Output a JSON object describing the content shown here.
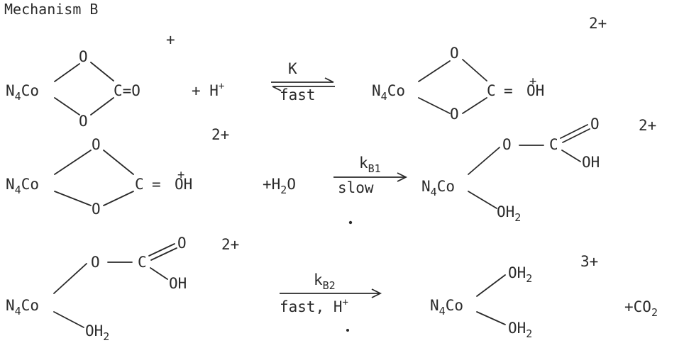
{
  "document": {
    "title": "Mechanism B",
    "reaction1": {
      "reactant": {
        "metal_base": "N",
        "metal_sub": "4",
        "metal_rest": "Co",
        "ring_o_top": "O",
        "ring_o_bottom": "O",
        "carbon": "C=O",
        "charge": "+"
      },
      "reagent": {
        "text": "+ H",
        "charge": "+"
      },
      "arrow": {
        "above": "K",
        "below": "fast"
      },
      "product": {
        "metal_base": "N",
        "metal_sub": "4",
        "metal_rest": "Co",
        "ring_o_top": "O",
        "ring_o_bottom": "O",
        "carbon": "C",
        "double_bond": "=",
        "oh": "OH",
        "oh_charge": "+",
        "charge": "2+"
      }
    },
    "reaction2": {
      "reactant": {
        "metal_base": "N",
        "metal_sub": "4",
        "metal_rest": "Co",
        "ring_o_top": "O",
        "ring_o_bottom": "O",
        "carbon": "C",
        "double_bond": "=",
        "oh": "OH",
        "oh_charge": "+",
        "charge": "2+"
      },
      "reagent": {
        "text": "+H",
        "sub": "2",
        "rest": "O"
      },
      "arrow": {
        "above_base": "k",
        "above_sub": "B1",
        "below": "slow"
      },
      "product": {
        "metal_base": "N",
        "metal_sub": "4",
        "metal_rest": "Co",
        "o_link": "O",
        "carbon": "C",
        "carbonyl_o": "O",
        "oh": "OH",
        "water_base": "OH",
        "water_sub": "2",
        "charge": "2+"
      }
    },
    "reaction3": {
      "reactant": {
        "metal_base": "N",
        "metal_sub": "4",
        "metal_rest": "Co",
        "o_link": "O",
        "carbon": "C",
        "carbonyl_o": "O",
        "oh": "OH",
        "water_base": "OH",
        "water_sub": "2",
        "charge": "2+"
      },
      "arrow": {
        "above_base": "k",
        "above_sub": "B2",
        "below_text": "fast, H",
        "below_charge": "+"
      },
      "product": {
        "metal_base": "N",
        "metal_sub": "4",
        "metal_rest": "Co",
        "water_top_base": "OH",
        "water_top_sub": "2",
        "water_bottom_base": "OH",
        "water_bottom_sub": "2",
        "charge": "3+"
      },
      "coproduct": {
        "text": "+CO",
        "sub": "2"
      }
    }
  }
}
